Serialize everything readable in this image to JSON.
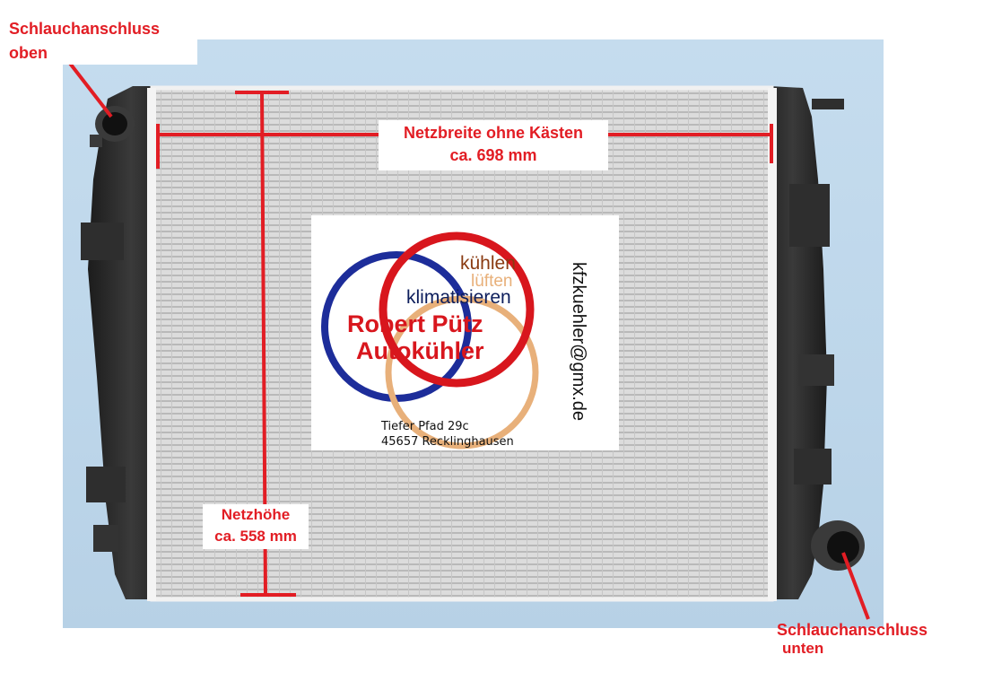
{
  "callouts": {
    "top_connector": [
      "Schlauchanschluss",
      "oben"
    ],
    "bottom_connector": [
      "Schlauchanschluss",
      "unten"
    ]
  },
  "dimensions": {
    "width_label": [
      "Netzbreite ohne Kästen",
      "ca. 698 mm"
    ],
    "height_label": [
      "Netzhöhe",
      "ca. 558 mm"
    ]
  },
  "logo": {
    "slogan": [
      "kühlen",
      "lüften",
      "klimatisieren"
    ],
    "company": [
      "Robert Pütz",
      "Autokühler"
    ],
    "address": [
      "Tiefer Pfad 29c",
      "45657 Recklinghausen"
    ],
    "email": "kfzkuehler@gmx.de"
  },
  "colors": {
    "annotation": "#e21d24",
    "background": "#bdd6ea",
    "core": "#d9d9d9",
    "tank": "#2b2b2b",
    "logo_blue": "#1d2d9a",
    "logo_red": "#d8161d",
    "logo_orange": "#e8b07a"
  }
}
